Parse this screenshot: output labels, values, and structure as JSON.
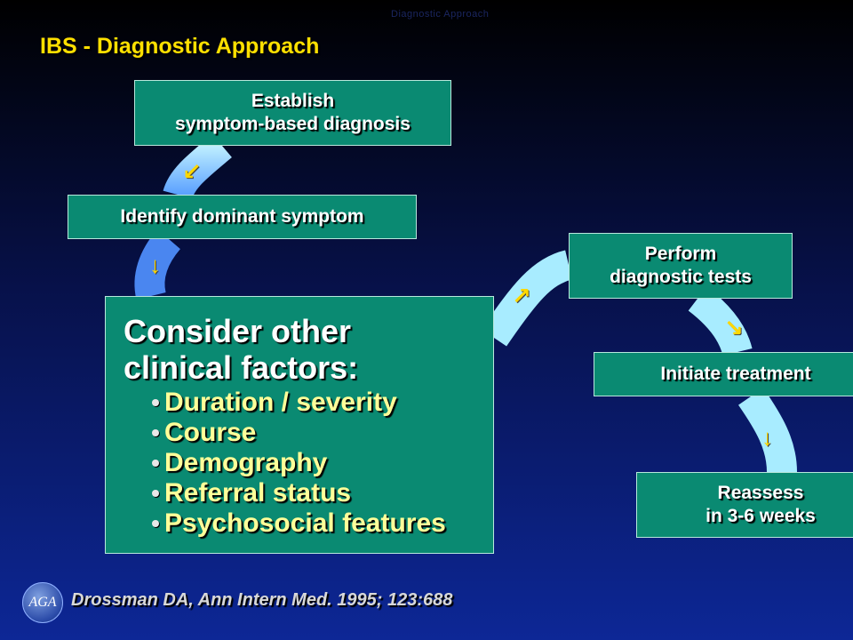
{
  "slide": {
    "title": "IBS - Diagnostic Approach",
    "faint_header": "Diagnostic Approach"
  },
  "steps": {
    "establish": [
      "Establish",
      "symptom-based diagnosis"
    ],
    "identify": "Identify dominant symptom",
    "consider": {
      "title_line1": "Consider other",
      "title_line2": "clinical factors:",
      "factors": [
        "Duration / severity",
        "Course",
        "Demography",
        "Referral status",
        "Psychosocial features"
      ]
    },
    "perform": [
      "Perform",
      "diagnostic tests"
    ],
    "initiate": "Initiate treatment",
    "reassess": [
      "Reassess",
      "in 3-6 weeks"
    ]
  },
  "footer": {
    "logo_text": "AGA",
    "citation": "Drossman DA, Ann Intern Med. 1995; 123:688"
  },
  "colors": {
    "box_fill": "#0a8a72",
    "title_yellow": "#ffe000",
    "factor_text": "#ffff99",
    "connector": "#8fe4ff",
    "arrow": "#ffd800"
  }
}
